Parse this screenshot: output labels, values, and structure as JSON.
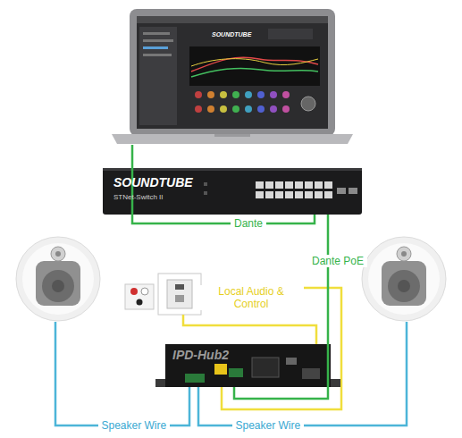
{
  "diagram": {
    "nodes": [
      {
        "text": [
          "SOUNDTUBE"
        ]
      },
      {
        "text": [
          "SOUNDTUBE",
          "STNet-Switch II"
        ]
      },
      {
        "text": [
          "IPD-Hub2"
        ]
      }
    ],
    "edges": [
      {
        "from": 0,
        "to": 1,
        "arrow": "none",
        "label": "Dante"
      },
      {
        "from": 1,
        "to": 2,
        "arrow": "none",
        "label": "Dante PoE"
      }
    ],
    "labels": [
      "Local Audio & Control",
      "Speaker Wire",
      "Speaker Wire"
    ]
  }
}
